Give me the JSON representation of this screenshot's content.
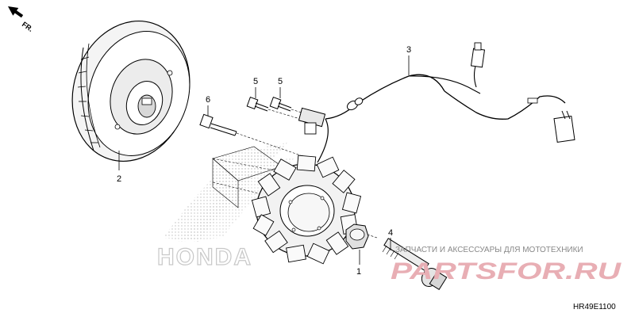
{
  "direction_label": "FR.",
  "callouts": {
    "p1": "1",
    "p2": "2",
    "p3": "3",
    "p4": "4",
    "p5a": "5",
    "p5b": "5",
    "p6": "6"
  },
  "brand_watermark": "HONDA",
  "shop_watermark": {
    "tagline": "ЗАПЧАСТИ И АКСЕССУАРЫ ДЛЯ МОТОТЕХНИКИ",
    "logo": "PARTSFOR.RU",
    "logo_color": "#e8aeb4"
  },
  "diagram_code": "HR49E1100",
  "parts": [
    {
      "ref": "1",
      "name": "nut-icon"
    },
    {
      "ref": "2",
      "name": "flywheel-icon"
    },
    {
      "ref": "3",
      "name": "stator-wire-harness-icon"
    },
    {
      "ref": "4",
      "name": "flange-bolt-icon"
    },
    {
      "ref": "5",
      "name": "pulse-generator-screw-icon"
    },
    {
      "ref": "6",
      "name": "stator-bolt-icon"
    }
  ]
}
